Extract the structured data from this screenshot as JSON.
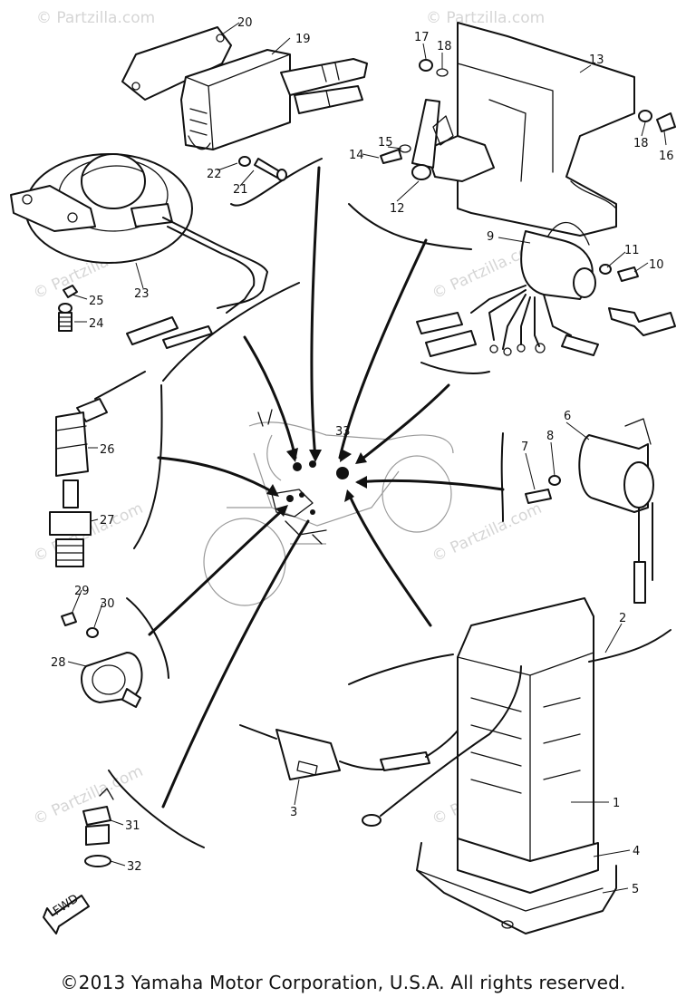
{
  "watermark": "© Partzilla.com",
  "callouts": [
    "1",
    "2",
    "3",
    "4",
    "5",
    "6",
    "7",
    "8",
    "9",
    "10",
    "11",
    "12",
    "13",
    "14",
    "15",
    "16",
    "17",
    "18",
    "18",
    "19",
    "20",
    "21",
    "22",
    "23",
    "24",
    "25",
    "26",
    "27",
    "28",
    "29",
    "30",
    "31",
    "32",
    "33"
  ],
  "fwd_label": "FWD",
  "copyright": "©2013  Yamaha Motor Corporation, U.S.A. All rights reserved."
}
